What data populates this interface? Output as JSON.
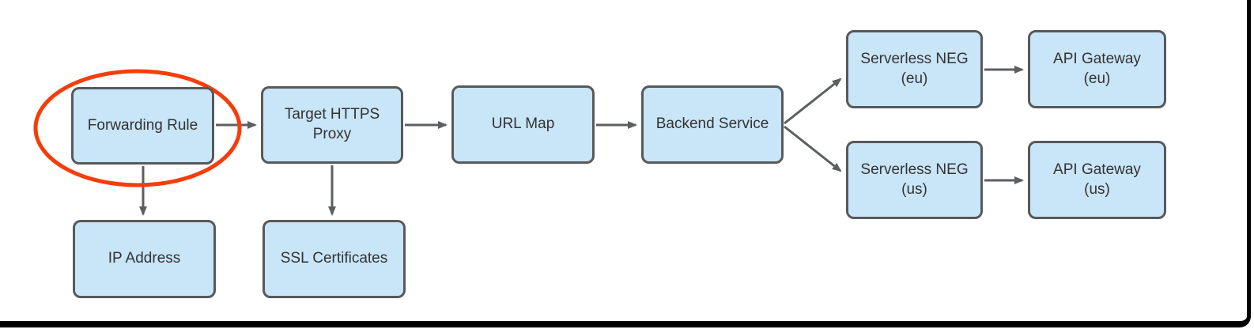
{
  "diagram": {
    "nodes": [
      {
        "id": "forwarding-rule",
        "label": "Forwarding Rule"
      },
      {
        "id": "target-https-proxy",
        "label": "Target HTTPS\nProxy"
      },
      {
        "id": "url-map",
        "label": "URL Map"
      },
      {
        "id": "backend-service",
        "label": "Backend Service"
      },
      {
        "id": "serverless-neg-eu",
        "label": "Serverless NEG\n(eu)"
      },
      {
        "id": "api-gateway-eu",
        "label": "API Gateway\n(eu)"
      },
      {
        "id": "serverless-neg-us",
        "label": "Serverless NEG\n(us)"
      },
      {
        "id": "api-gateway-us",
        "label": "API Gateway\n(us)"
      },
      {
        "id": "ip-address",
        "label": "IP Address"
      },
      {
        "id": "ssl-certificates",
        "label": "SSL Certificates"
      }
    ],
    "edges": [
      {
        "from": "forwarding-rule",
        "to": "target-https-proxy"
      },
      {
        "from": "target-https-proxy",
        "to": "url-map"
      },
      {
        "from": "url-map",
        "to": "backend-service"
      },
      {
        "from": "backend-service",
        "to": "serverless-neg-eu"
      },
      {
        "from": "backend-service",
        "to": "serverless-neg-us"
      },
      {
        "from": "serverless-neg-eu",
        "to": "api-gateway-eu"
      },
      {
        "from": "serverless-neg-us",
        "to": "api-gateway-us"
      },
      {
        "from": "forwarding-rule",
        "to": "ip-address"
      },
      {
        "from": "target-https-proxy",
        "to": "ssl-certificates"
      }
    ],
    "annotation": {
      "shape": "ellipse",
      "highlights": "forwarding-rule"
    },
    "colors": {
      "node_fill": "#C9E5F8",
      "node_border": "#58595B",
      "arrow": "#5C5F61",
      "text": "#333333",
      "highlight": "#F53D0C",
      "frame": "#000000"
    }
  }
}
